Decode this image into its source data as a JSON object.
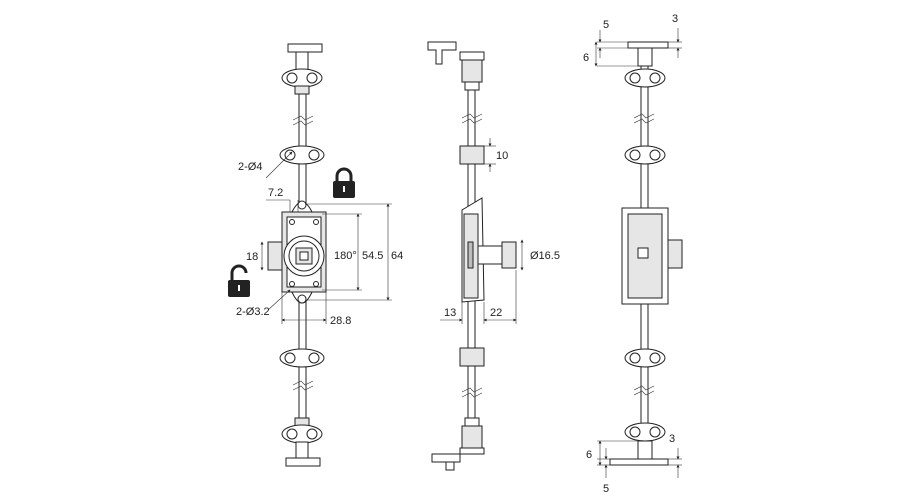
{
  "front_view": {
    "labels": {
      "holes_top": "2-Ø4",
      "width_tab": "7.2",
      "cyl_height": "18",
      "angle": "180°",
      "height_inner": "54.5",
      "height_total": "64",
      "holes_bottom": "2-Ø3.2",
      "width_body": "28.8"
    },
    "icons": {
      "locked": "padlock-locked-icon",
      "unlocked": "padlock-unlocked-icon"
    }
  },
  "side_view": {
    "labels": {
      "guide": "10",
      "diameter": "Ø16.5",
      "depth_a": "13",
      "depth_b": "22"
    }
  },
  "back_view": {
    "labels": {
      "top_a": "5",
      "top_b": "3",
      "top_c": "6",
      "bottom_a": "6",
      "bottom_b": "3",
      "bottom_c": "5"
    }
  },
  "colors": {
    "line": "#222222",
    "body_fill": "#e6e6e6",
    "icon_fill": "#222222"
  }
}
